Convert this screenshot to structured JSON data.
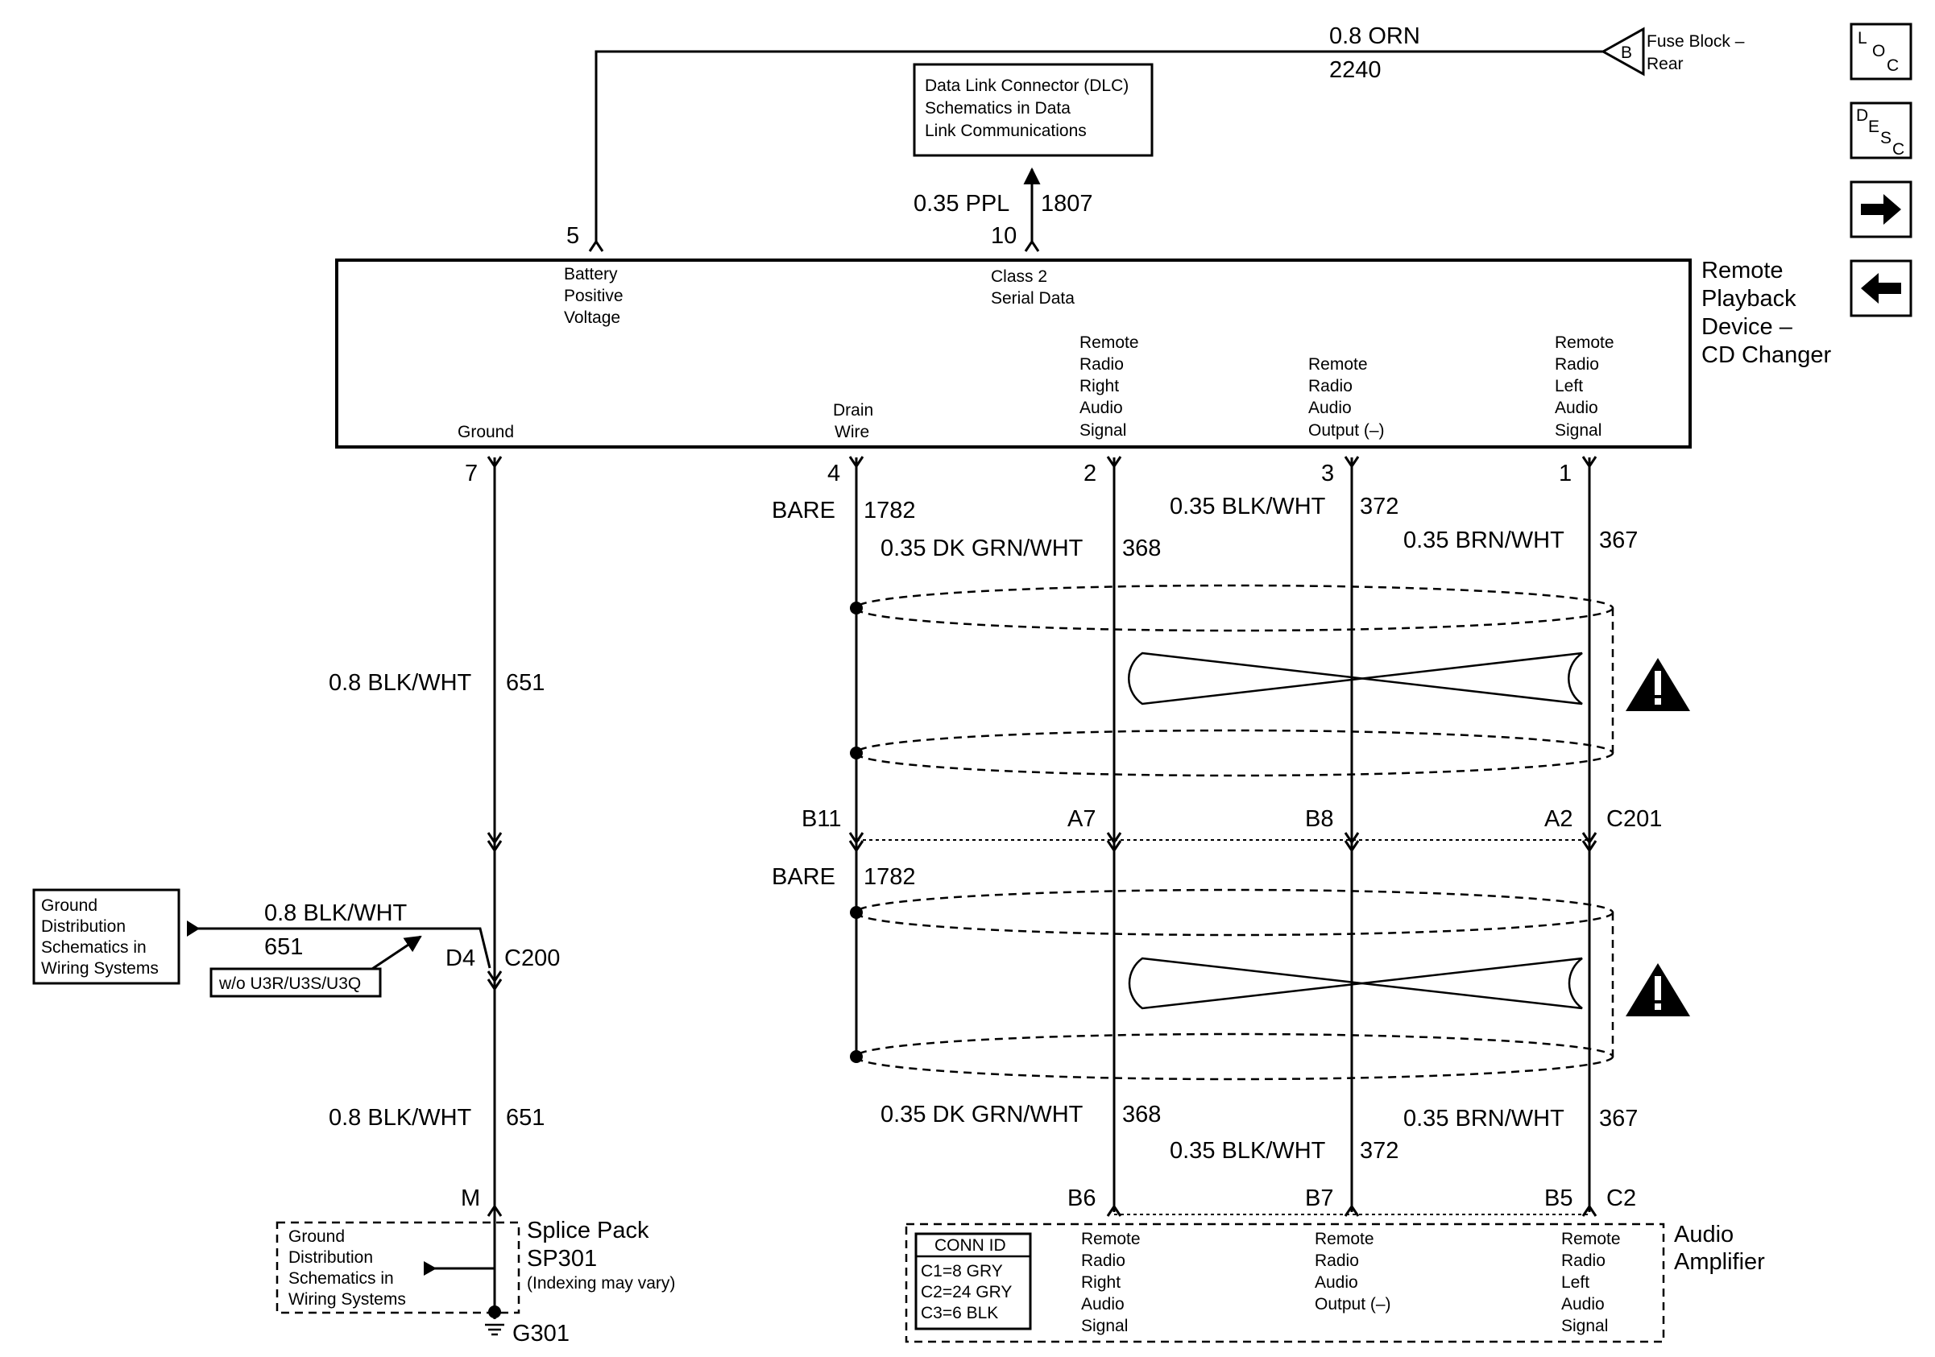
{
  "top": {
    "orn_wire": "0.8 ORN",
    "orn_circuit": "2240",
    "fuse_connector": "B",
    "fuse_label": [
      "Fuse Block –",
      "Rear"
    ],
    "dlc_box": [
      "Data Link Connector (DLC)",
      "Schematics in Data",
      "Link Communications"
    ],
    "ppl_wire": "0.35 PPL",
    "ppl_circuit": "1807",
    "pin5": "5",
    "pin10": "10"
  },
  "nav": {
    "loc": [
      "L",
      "O",
      "C"
    ],
    "desc": [
      "D",
      "E",
      "S",
      "C"
    ]
  },
  "cd_changer": {
    "title": [
      "Remote",
      "Playback",
      "Device –",
      "CD Changer"
    ],
    "battery": [
      "Battery",
      "Positive",
      "Voltage"
    ],
    "class2": [
      "Class 2",
      "Serial Data"
    ],
    "ground": "Ground",
    "drain": [
      "Drain",
      "Wire"
    ],
    "right_audio": [
      "Remote",
      "Radio",
      "Right",
      "Audio",
      "Signal"
    ],
    "audio_output": [
      "Remote",
      "Radio",
      "Audio",
      "Output (–)"
    ],
    "left_audio": [
      "Remote",
      "Radio",
      "Left",
      "Audio",
      "Signal"
    ],
    "pins": {
      "ground": "7",
      "drain": "4",
      "right": "2",
      "output": "3",
      "left": "1"
    }
  },
  "upper_wires": {
    "bare": "BARE",
    "bare_circuit": "1782",
    "grn": "0.35 DK GRN/WHT",
    "grn_circuit": "368",
    "blk": "0.35 BLK/WHT",
    "blk_circuit": "372",
    "brn": "0.35 BRN/WHT",
    "brn_circuit": "367"
  },
  "ground_wire": {
    "wire": "0.8 BLK/WHT",
    "circuit": "651"
  },
  "c201": {
    "name": "C201",
    "b11": "B11",
    "a7": "A7",
    "b8": "B8",
    "a2": "A2"
  },
  "lower_wires": {
    "bare": "BARE",
    "bare_circuit": "1782",
    "grn": "0.35 DK GRN/WHT",
    "grn_circuit": "368",
    "blk": "0.35 BLK/WHT",
    "blk_circuit": "372",
    "brn": "0.35 BRN/WHT",
    "brn_circuit": "367"
  },
  "c200": {
    "name": "C200",
    "pin": "D4",
    "ground_box": [
      "Ground",
      "Distribution",
      "Schematics in",
      "Wiring Systems"
    ],
    "branch_wire": "0.8 BLK/WHT",
    "branch_circuit": "651",
    "option": "w/o U3R/U3S/U3Q"
  },
  "lower_ground": {
    "wire": "0.8 BLK/WHT",
    "circuit": "651",
    "pin": "M"
  },
  "splice": {
    "ground_box": [
      "Ground",
      "Distribution",
      "Schematics in",
      "Wiring Systems"
    ],
    "name": "Splice Pack",
    "id": "SP301",
    "note": "(Indexing may vary)",
    "ground": "G301"
  },
  "amp": {
    "title": [
      "Audio",
      "Amplifier"
    ],
    "conn_id_title": "CONN ID",
    "conn_ids": [
      "C1=8 GRY",
      "C2=24 GRY",
      "C3=6 BLK"
    ],
    "right_audio": [
      "Remote",
      "Radio",
      "Right",
      "Audio",
      "Signal"
    ],
    "audio_output": [
      "Remote",
      "Radio",
      "Audio",
      "Output (–)"
    ],
    "left_audio": [
      "Remote",
      "Radio",
      "Left",
      "Audio",
      "Signal"
    ],
    "connector": "C2",
    "b6": "B6",
    "b7": "B7",
    "b5": "B5"
  }
}
